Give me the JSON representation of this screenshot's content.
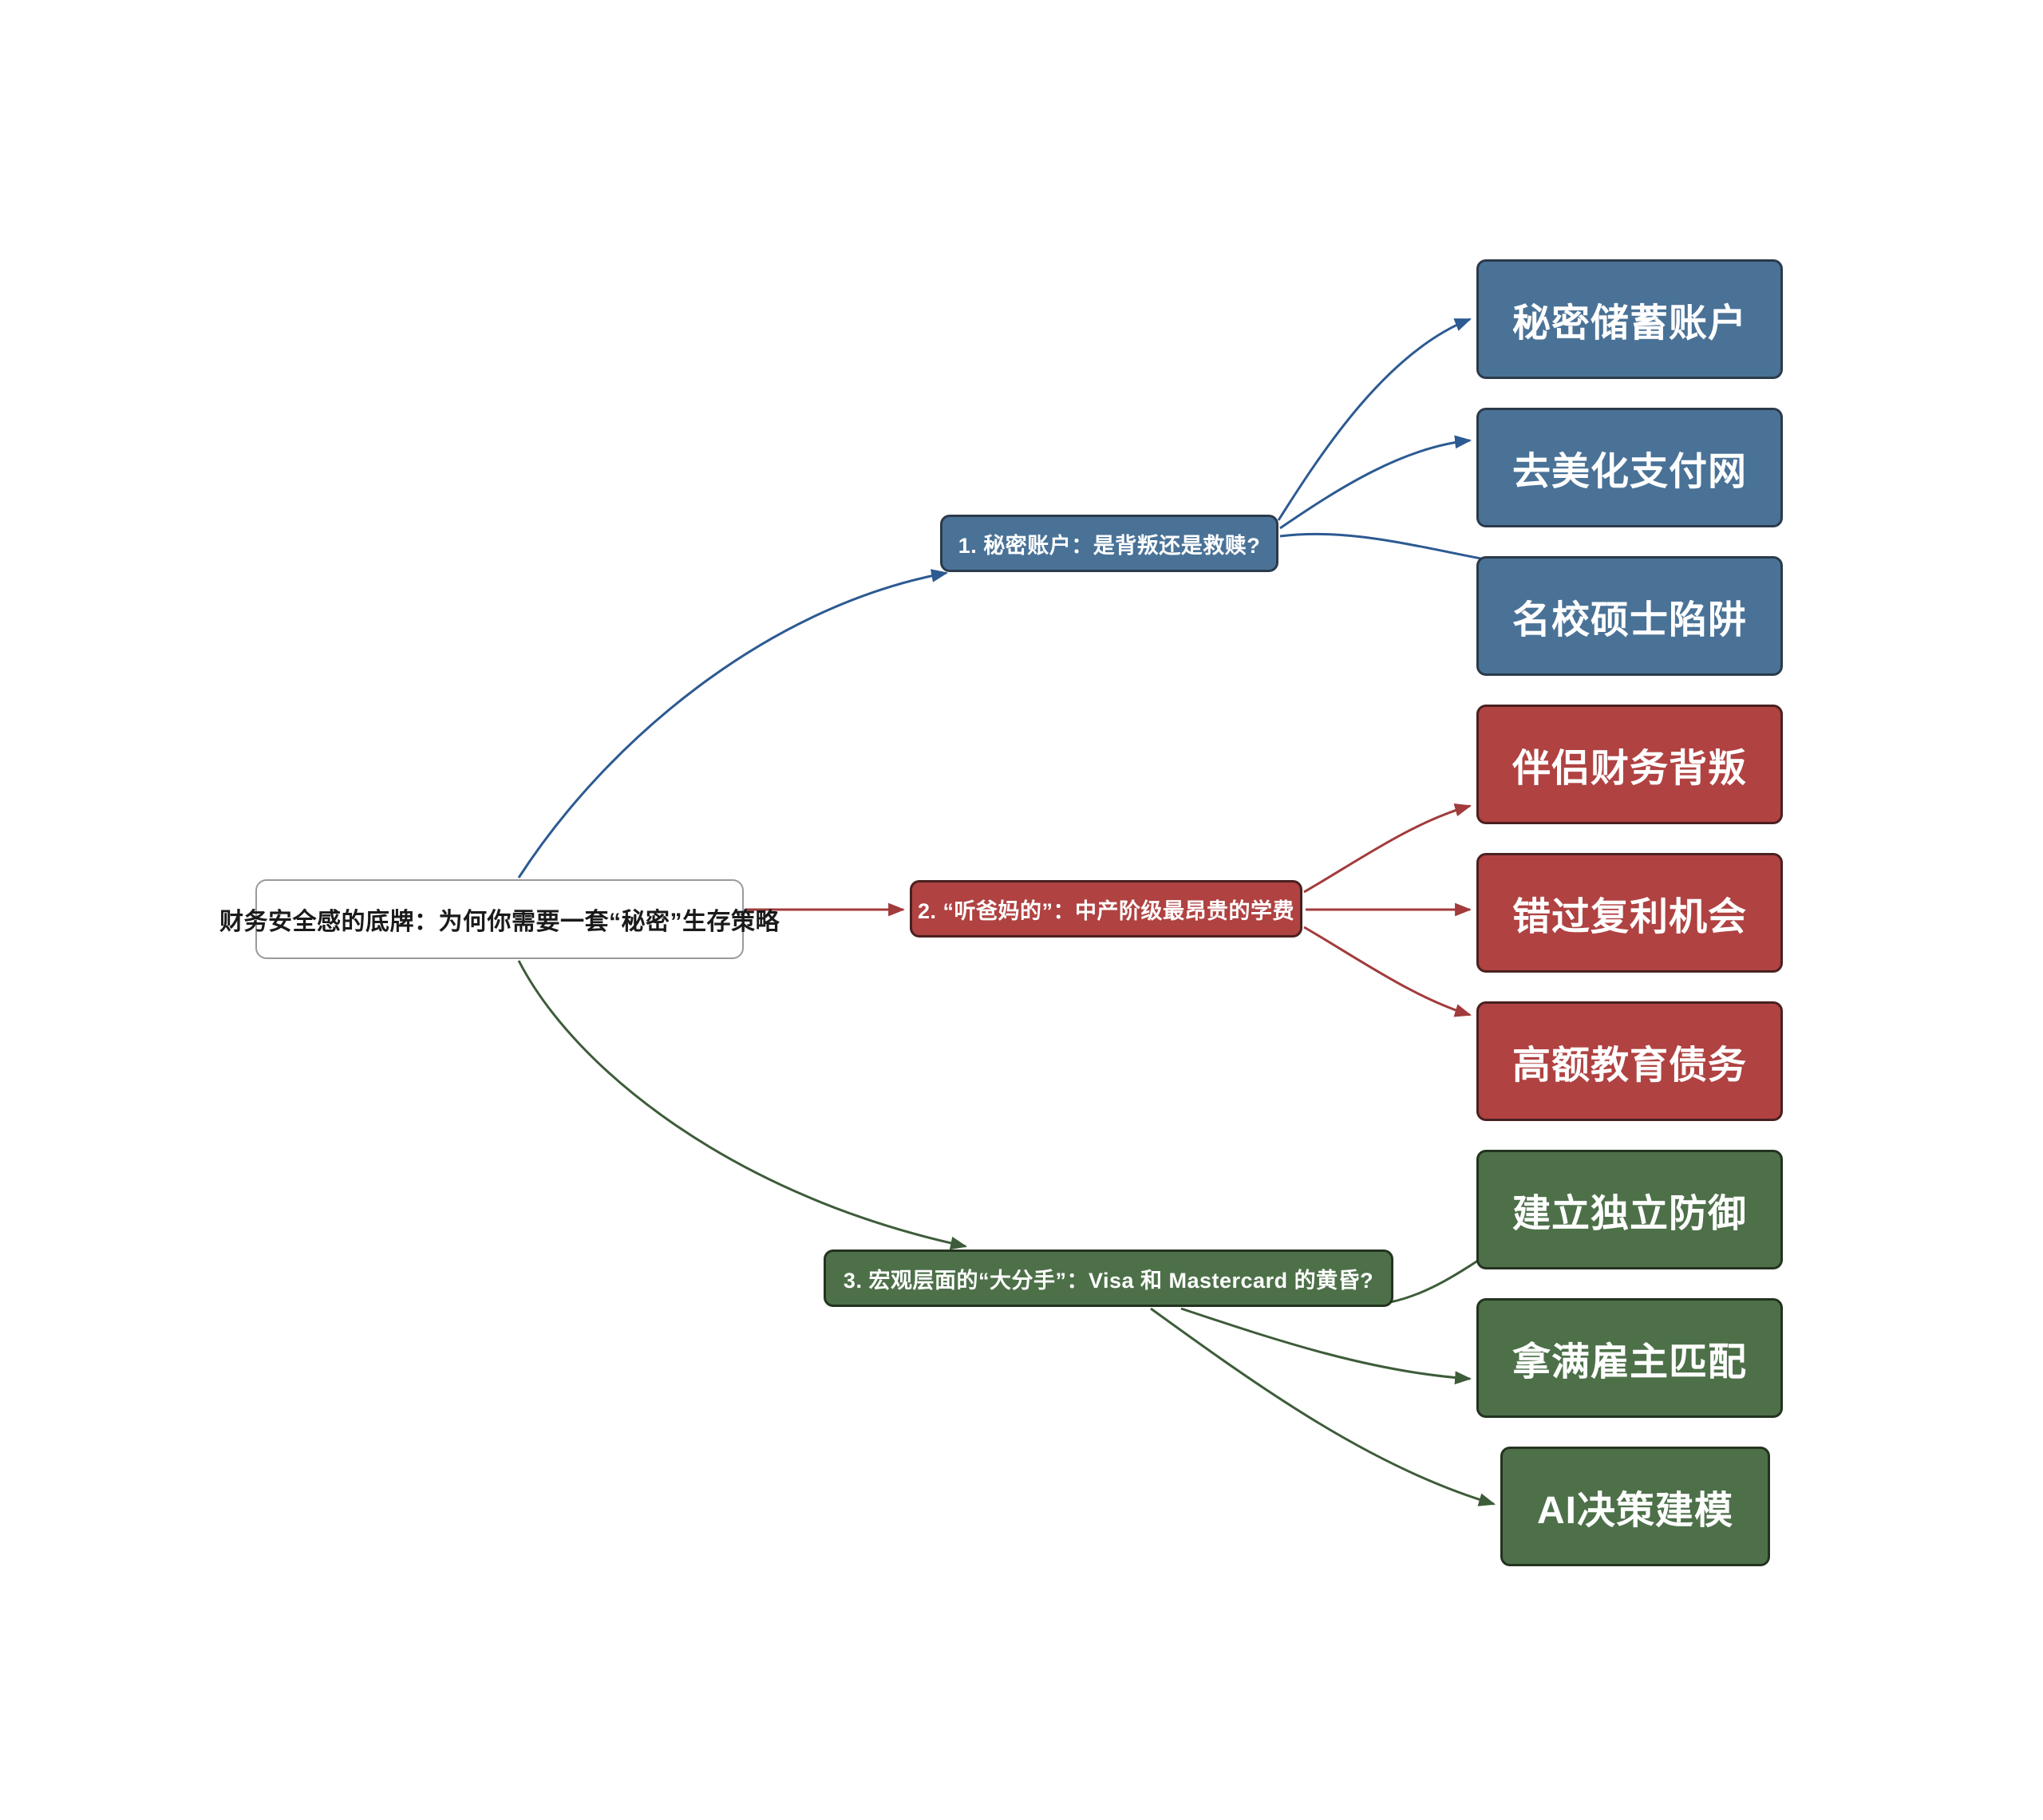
{
  "diagram": {
    "type": "mindmap",
    "background": "#ffffff",
    "root": {
      "label": "财务安全感的底牌：为何你需要一套“秘密”生存策略",
      "fill": "#ffffff",
      "text_color": "#1a1a1a",
      "border_color": "#9a9a9a"
    },
    "branches": [
      {
        "id": "branch-1",
        "label": "1. 秘密账户：是背叛还是救赎?",
        "color": "#4a7297",
        "border_color": "#2b3a4a",
        "leaves": [
          {
            "label": "秘密储蓄账户"
          },
          {
            "label": "去美化支付网"
          },
          {
            "label": "名校硕士陷阱"
          }
        ]
      },
      {
        "id": "branch-2",
        "label": "2. “听爸妈的”：中产阶级最昂贵的学费",
        "color": "#b04242",
        "border_color": "#4a2020",
        "leaves": [
          {
            "label": "伴侣财务背叛"
          },
          {
            "label": "错过复利机会"
          },
          {
            "label": "高额教育债务"
          }
        ]
      },
      {
        "id": "branch-3",
        "label": "3. 宏观层面的“大分手”：Visa 和 Mastercard 的黄昏?",
        "color": "#4d7049",
        "border_color": "#23331f",
        "leaves": [
          {
            "label": "建立独立防御"
          },
          {
            "label": "拿满雇主匹配"
          },
          {
            "label": "AI决策建模"
          }
        ]
      }
    ]
  }
}
